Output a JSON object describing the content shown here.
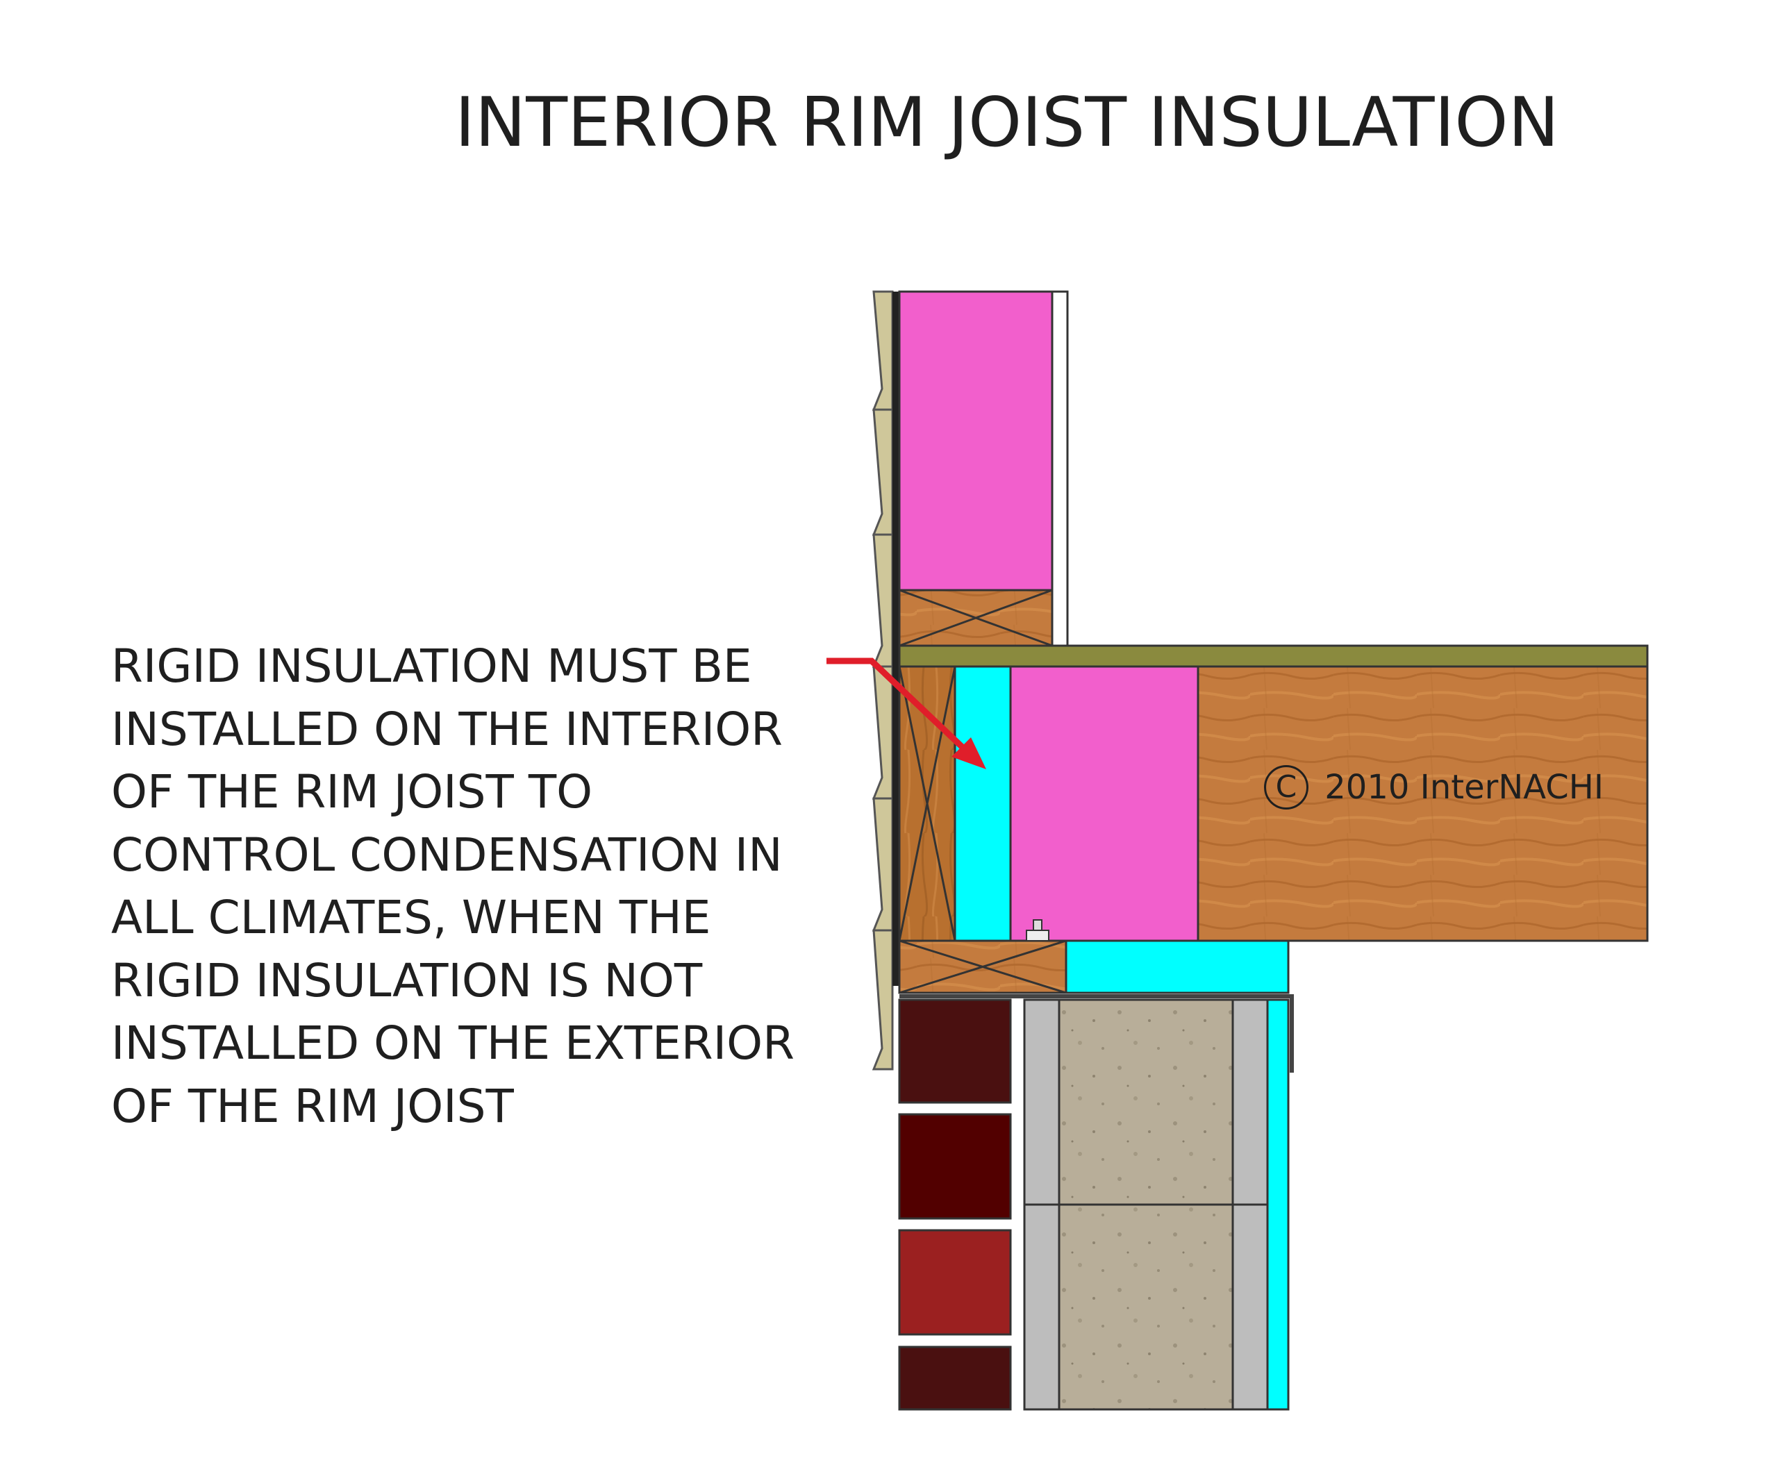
{
  "title": "INTERIOR RIM JOIST INSULATION",
  "note": {
    "lines": [
      "RIGID INSULATION MUST BE",
      "INSTALLED ON THE INTERIOR",
      "OF THE RIM JOIST TO",
      "CONTROL CONDENSATION  IN",
      "ALL CLIMATES, WHEN THE",
      "RIGID INSULATION IS NOT",
      "INSTALLED ON THE EXTERIOR",
      "OF THE RIM JOIST"
    ]
  },
  "copyright": {
    "symbol": "C",
    "text": "2010  InterNACHI"
  },
  "colors": {
    "batt_insulation": "#f25fcc",
    "rigid_insulation": "#00ffff",
    "lumber": "#c27a3c",
    "subfloor": "#8a8a3e",
    "siding": "#cfc79a",
    "concrete_block": "#b9b09c",
    "brick_dark": "#4a1010",
    "brick_red": "#9b2020",
    "arrow": "#e01e2a"
  }
}
